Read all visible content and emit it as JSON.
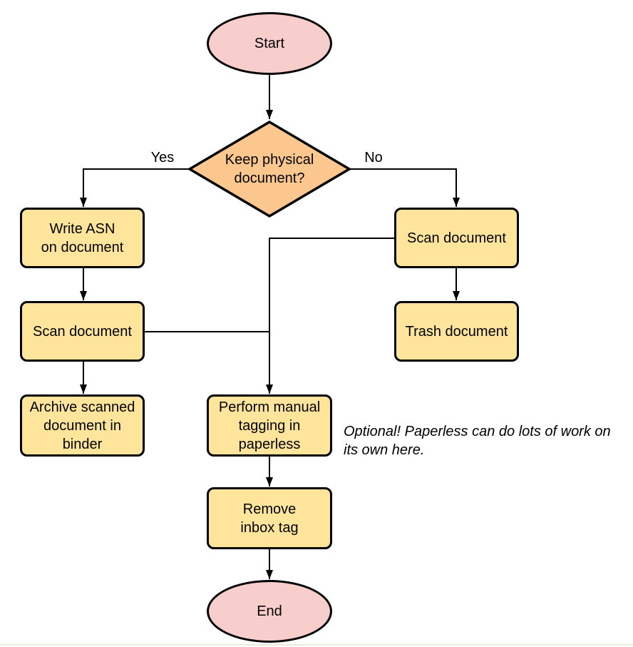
{
  "diagram": {
    "type": "flowchart",
    "nodes": {
      "start": {
        "label": "Start",
        "shape": "terminator"
      },
      "decision": {
        "label": "Keep physical\ndocument?",
        "shape": "decision"
      },
      "write_asn": {
        "label": "Write ASN\non document",
        "shape": "process"
      },
      "scan_left": {
        "label": "Scan document",
        "shape": "process"
      },
      "archive": {
        "label": "Archive scanned\ndocument in\nbinder",
        "shape": "process"
      },
      "scan_right": {
        "label": "Scan document",
        "shape": "process"
      },
      "trash": {
        "label": "Trash document",
        "shape": "process"
      },
      "tagging": {
        "label": "Perform manual\ntagging in\npaperless",
        "shape": "process"
      },
      "remove_inbox": {
        "label": "Remove\ninbox tag",
        "shape": "process"
      },
      "end": {
        "label": "End",
        "shape": "terminator"
      }
    },
    "edge_labels": {
      "yes": "Yes",
      "no": "No"
    },
    "note": "Optional! Paperless can do lots of work on\nits own here.",
    "colors": {
      "terminator_fill": "#f8cecc",
      "decision_fill": "#fcc78e",
      "process_fill": "#ffe59c",
      "stroke": "#000000",
      "text": "#000000"
    }
  }
}
